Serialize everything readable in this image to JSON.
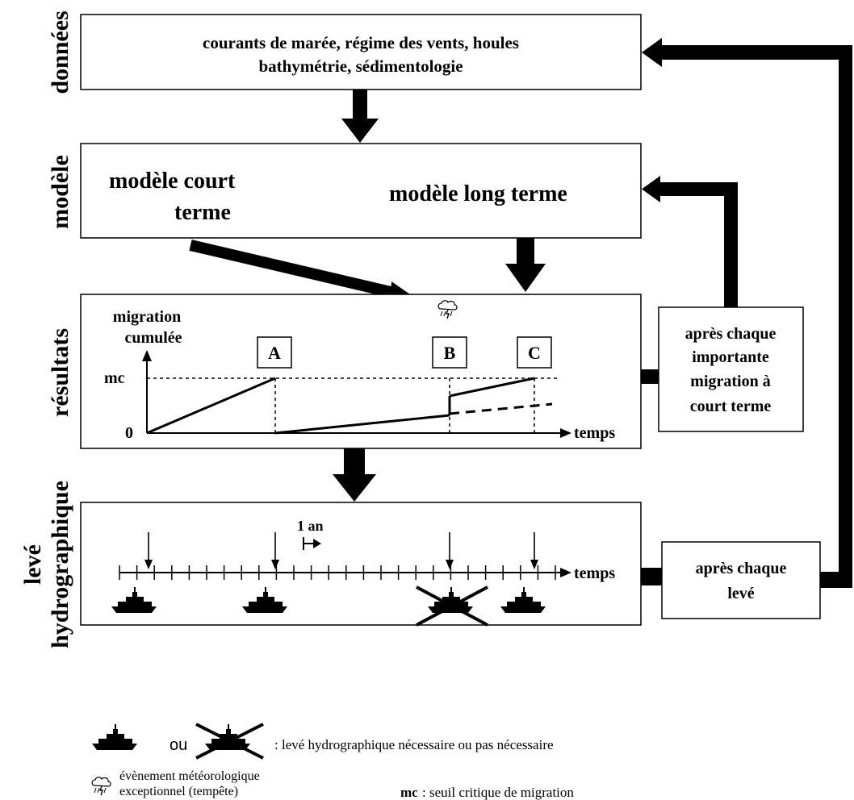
{
  "row_labels": {
    "donnees": "données",
    "modele": "modèle",
    "resultats": "résultats",
    "leve_line1": "levé",
    "leve_line2": "hydrographique"
  },
  "donnees_box": {
    "line1": "courants de marée, régime des vents, houles",
    "line2": "bathymétrie, sédimentologie"
  },
  "modele_box": {
    "court_line1": "modèle court",
    "court_line2": "terme",
    "long": "modèle long terme"
  },
  "resultats_box": {
    "ylabel_line1": "migration",
    "ylabel_line2": "cumulée",
    "tick_mc": "mc",
    "tick_zero": "0",
    "xlabel": "temps",
    "markers": [
      "A",
      "B",
      "C"
    ]
  },
  "leve_box": {
    "interval_label": "1 an",
    "xlabel": "temps"
  },
  "side_boxes": {
    "apres_migration": [
      "après chaque",
      "importante",
      "migration à",
      "court terme"
    ],
    "apres_leve": [
      "après chaque",
      "levé"
    ]
  },
  "legend": {
    "ou": "ou",
    "ship_text": ": levé hydrographique nécessaire ou pas nécessaire",
    "storm_line1": "évènement météorologique",
    "storm_line2": "exceptionnel (tempête)",
    "mc_abbr": "mc",
    "mc_text": ": seuil  critique de migration"
  },
  "icons": [
    "arrow-icon",
    "storm-icon",
    "ship-icon",
    "crossed-ship-icon"
  ]
}
